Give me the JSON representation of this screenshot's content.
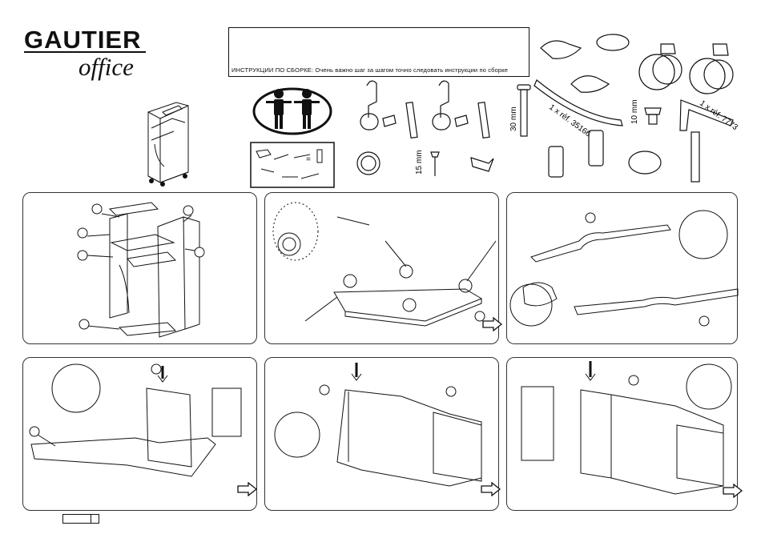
{
  "brand": {
    "line1": "GAUTIER",
    "line2": "office"
  },
  "instructions": {
    "text": "ИНСТРУКЦИИ ПО СБОРКЕ: Очень важно шаг за шагом точно следовать инструкции по сборке"
  },
  "hardware": {
    "dim_30mm": "30 mm",
    "dim_15mm": "15 mm",
    "dim_10mm": "10 mm",
    "ref_35166": "1 x réf. 35166",
    "ref_7773": "1 x réf. 7773"
  },
  "colors": {
    "ink": "#111111",
    "panel_border": "#333333",
    "background": "#ffffff"
  }
}
